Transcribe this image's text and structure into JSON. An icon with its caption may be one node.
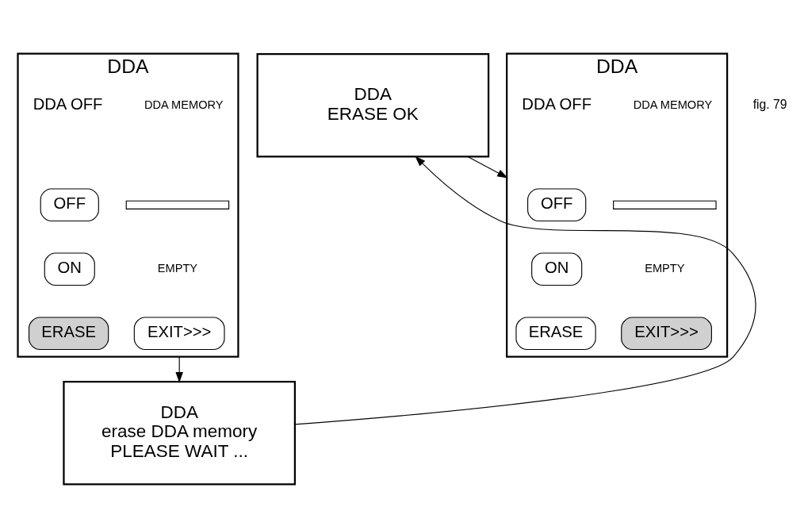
{
  "diagram": {
    "nodes": [
      {
        "text": [
          "DDA",
          "DDA OFF",
          "DDA MEMORY",
          "EMPTY"
        ]
      },
      {
        "text": [
          "OFF"
        ],
        "in": 0
      },
      {
        "text": [
          "ON"
        ],
        "in": 0
      },
      {
        "text": [
          "ERASE"
        ],
        "in": 0
      },
      {
        "text": [],
        "shape": "bar",
        "in": 0
      },
      {
        "text": [
          "EXIT>>>"
        ],
        "in": 0
      },
      {
        "text": [
          "DDA",
          "erase DDA memory",
          "PLEASE WAIT ..."
        ]
      },
      {
        "text": [
          "DDA",
          "ERASE OK"
        ]
      },
      {
        "text": [
          "DDA",
          "DDA OFF",
          "DDA MEMORY",
          "EMPTY"
        ]
      },
      {
        "text": [
          "OFF"
        ],
        "in": 8
      },
      {
        "text": [
          "ON"
        ],
        "in": 8
      },
      {
        "text": [
          "ERASE"
        ],
        "in": 8
      },
      {
        "text": [],
        "shape": "bar",
        "in": 8
      },
      {
        "text": [
          "EXIT>>>"
        ],
        "in": 8
      }
    ],
    "edges": [
      {
        "from": 0,
        "to": 6,
        "arrow": "to"
      },
      {
        "from": 6,
        "to": 7,
        "arrow": "to"
      },
      {
        "from": 7,
        "to": 8,
        "arrow": "to"
      }
    ],
    "labels": [
      "fig. 79"
    ]
  }
}
